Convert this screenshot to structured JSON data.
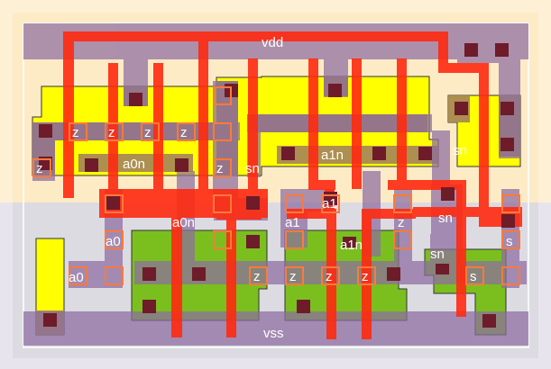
{
  "cell": {
    "rails": {
      "top": "vdd",
      "bottom": "vss"
    },
    "colors": {
      "nwell": "#fdf0cf",
      "pwell": "#dcdbe2",
      "pdiff": "#ffff00",
      "ndiff": "#7bbf1f",
      "poly": "#ff2a10",
      "metal1": "#8d6ca0",
      "contact": "#6e1b2a",
      "pin": "#ff7a3a"
    },
    "labels": [
      {
        "id": "vdd",
        "text": "vdd"
      },
      {
        "id": "vss",
        "text": "vss"
      },
      {
        "id": "z1",
        "text": "z"
      },
      {
        "id": "z2",
        "text": "z"
      },
      {
        "id": "z3",
        "text": "z"
      },
      {
        "id": "z4",
        "text": "z"
      },
      {
        "id": "z5",
        "text": "z"
      },
      {
        "id": "z6",
        "text": "z"
      },
      {
        "id": "a0n_top",
        "text": "a0n"
      },
      {
        "id": "sn_top1",
        "text": "sn"
      },
      {
        "id": "a1n_top",
        "text": "a1n"
      },
      {
        "id": "sn_top2",
        "text": "sn"
      },
      {
        "id": "a0n_mid",
        "text": "a0n"
      },
      {
        "id": "a1_mid",
        "text": "a1"
      },
      {
        "id": "a1_left",
        "text": "a1"
      },
      {
        "id": "z_mid",
        "text": "z"
      },
      {
        "id": "sn_mid",
        "text": "sn"
      },
      {
        "id": "a0_mid",
        "text": "a0"
      },
      {
        "id": "a0_left",
        "text": "a0"
      },
      {
        "id": "a1n_bot",
        "text": "a1n"
      },
      {
        "id": "s_mid",
        "text": "s"
      },
      {
        "id": "sn_bot",
        "text": "sn"
      },
      {
        "id": "z_b1",
        "text": "z"
      },
      {
        "id": "z_b2",
        "text": "z"
      },
      {
        "id": "z_b3",
        "text": "z"
      },
      {
        "id": "z_b4",
        "text": "z"
      },
      {
        "id": "s_bot",
        "text": "s"
      }
    ]
  }
}
